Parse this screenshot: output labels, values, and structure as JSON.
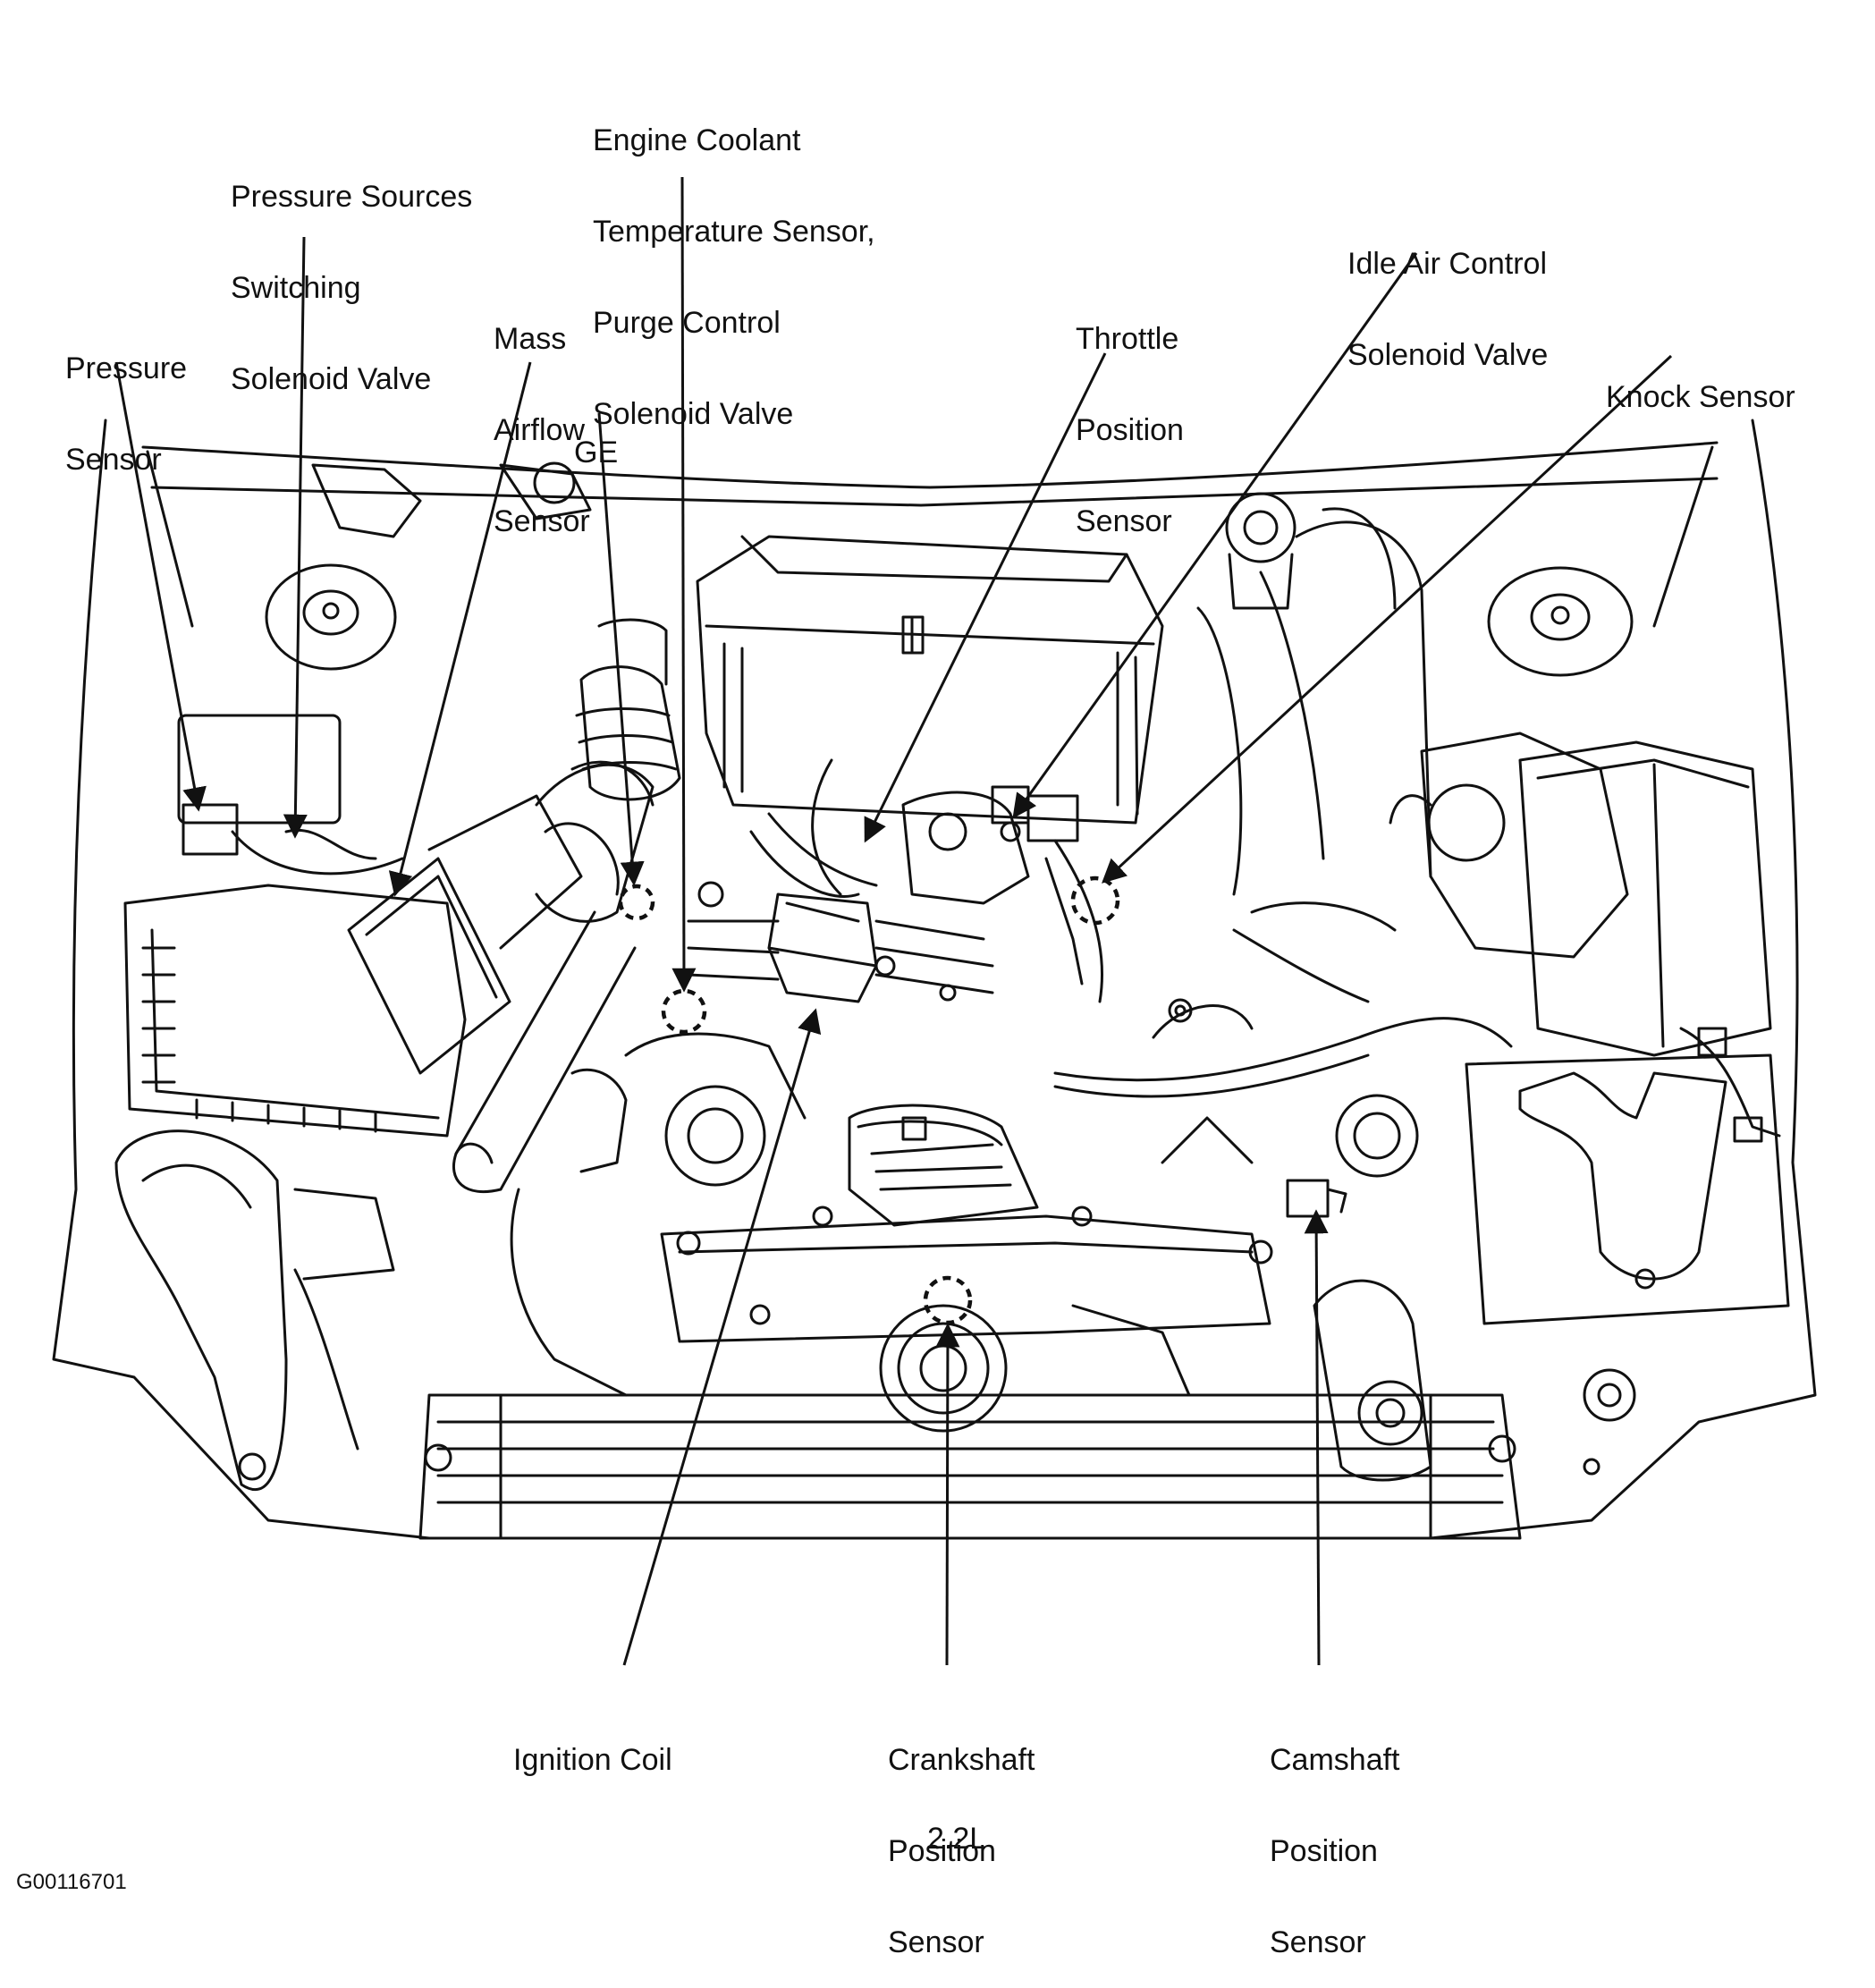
{
  "labels": {
    "pressure_sensor": [
      "Pressure",
      "Sensor"
    ],
    "pressure_sources_valve": [
      "Pressure Sources",
      "Switching",
      "Solenoid Valve"
    ],
    "mass_airflow_sensor": [
      "Mass",
      "Airflow",
      "Sensor"
    ],
    "ge": [
      "GE"
    ],
    "engine_coolant": [
      "Engine Coolant",
      "Temperature Sensor,",
      "Purge Control",
      "Solenoid Valve"
    ],
    "throttle_position_sensor": [
      "Throttle",
      "Position",
      "Sensor"
    ],
    "idle_air_control": [
      "Idle Air Control",
      "Solenoid Valve"
    ],
    "knock_sensor": [
      "Knock Sensor"
    ],
    "ignition_coil": [
      "Ignition Coil"
    ],
    "crankshaft_position_sensor": [
      "Crankshaft",
      "Position",
      "Sensor"
    ],
    "camshaft_position_sensor": [
      "Camshaft",
      "Position",
      "Sensor"
    ]
  },
  "engine_size": "2.2L",
  "figure_id": "G00116701"
}
